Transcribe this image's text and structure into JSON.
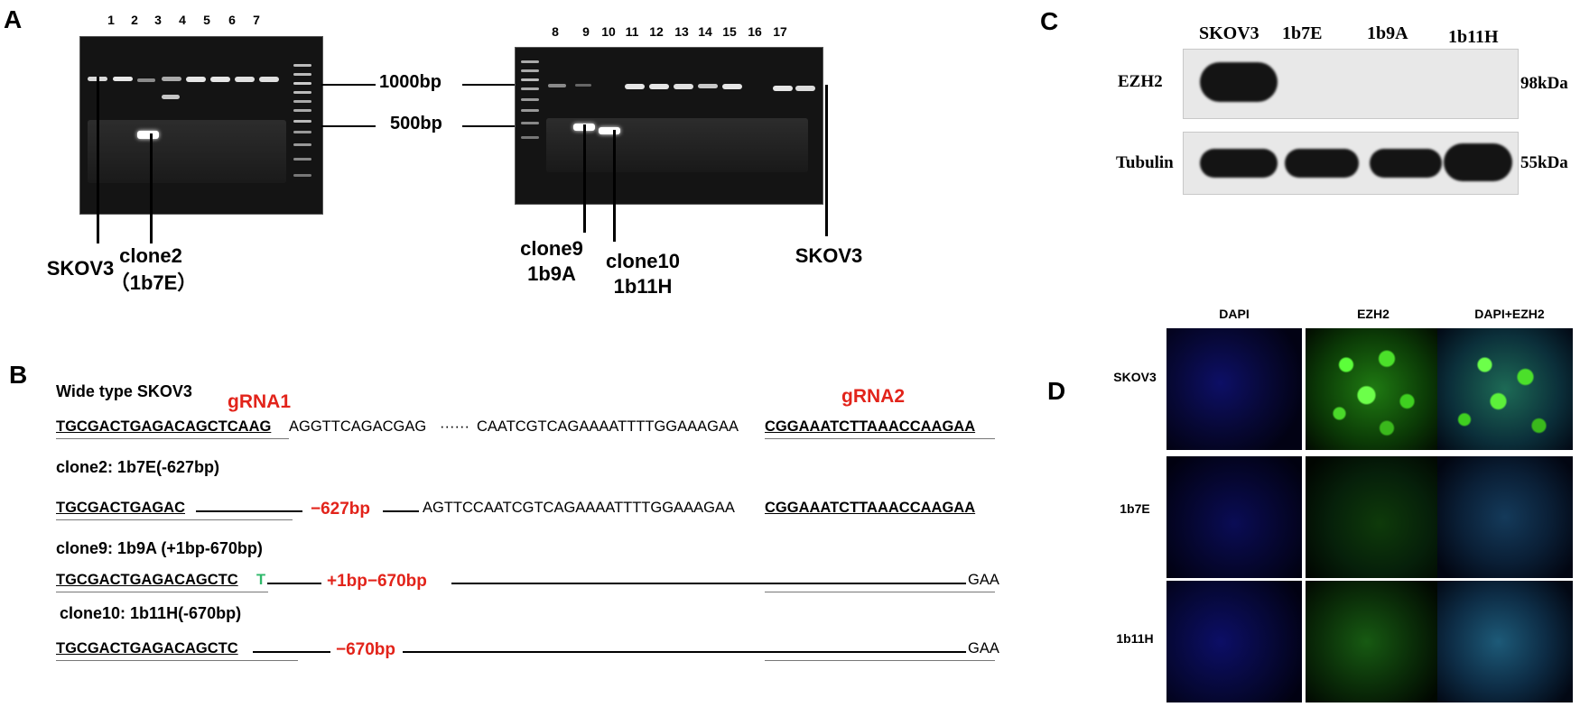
{
  "panels": {
    "a": "A",
    "b": "B",
    "c": "C",
    "d": "D"
  },
  "gel": {
    "left_lanes": [
      "1",
      "2",
      "3",
      "4",
      "5",
      "6",
      "7"
    ],
    "right_lanes": [
      "8",
      "9",
      "10",
      "11",
      "12",
      "13",
      "14",
      "15",
      "16",
      "17"
    ],
    "markers": {
      "m1000": "1000bp",
      "m500": "500bp"
    },
    "labels": {
      "skov3_left": "SKOV3",
      "clone2": "clone2",
      "clone2_sub": "（1b7E）",
      "clone9": "clone9",
      "clone9_sub": "1b9A",
      "clone10": "clone10",
      "clone10_sub": "1b11H",
      "skov3_right": "SKOV3"
    }
  },
  "sequences": {
    "wt_title": "Wide type SKOV3",
    "grna1": "gRNA1",
    "grna2": "gRNA2",
    "wt_left": "TGCGACTGAGACAGCTCAAG",
    "wt_mid1": "AGGTTCAGACGAG",
    "wt_dots": "······",
    "wt_mid2": "CAATCGTCAGAAAATTTTGGAAAGAA",
    "wt_right": "CGGAAATCTTAAACCAAGAA",
    "c2_title": "clone2: 1b7E(-627bp)",
    "c2_left": "TGCGACTGAGAC",
    "c2_del": "−627bp",
    "c2_mid": "AGTTCCAATCGTCAGAAAATTTTGGAAAGAA",
    "c2_right": "CGGAAATCTTAAACCAAGAA",
    "c9_title": "clone9: 1b9A (+1bp-670bp)",
    "c9_left": "TGCGACTGAGACAGCTC",
    "c9_ins": "T",
    "c9_del": "+1bp−670bp",
    "c9_right": "GAA",
    "c10_title": "clone10: 1b11H(-670bp)",
    "c10_left": "TGCGACTGAGACAGCTC",
    "c10_del": "−670bp",
    "c10_right": "GAA"
  },
  "western": {
    "columns": [
      "SKOV3",
      "1b7E",
      "1b9A",
      "1b11H"
    ],
    "rows": [
      {
        "label": "EZH2",
        "size": "98kDa"
      },
      {
        "label": "Tubulin",
        "size": "55kDa"
      }
    ]
  },
  "if_panel": {
    "columns": [
      "DAPI",
      "EZH2",
      "DAPI+EZH2"
    ],
    "rows": [
      "SKOV3",
      "1b7E",
      "1b11H"
    ]
  }
}
